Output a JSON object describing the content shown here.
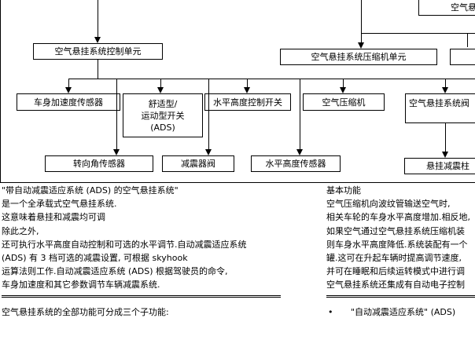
{
  "diagram": {
    "top_right_label": "空气悬",
    "control_unit": "空气悬挂系统控制单元",
    "compressor_unit": "空气悬挂系统压缩机单元",
    "accel_sensor": "车身加速度传感器",
    "ads_switch_line1": "舒适型/",
    "ads_switch_line2": "运动型开关",
    "ads_switch_line3": "(ADS)",
    "level_switch": "水平高度控制开关",
    "air_compressor": "空气压缩机",
    "valve_block_line1": "空气悬挂系统阀",
    "steering_sensor": "转向角传感器",
    "damper_valve": "减震器阀",
    "level_sensor": "水平高度传感器",
    "strut": "悬挂减震柱"
  },
  "left_text": {
    "p1": "\"带自动减震适应系统 (ADS) 的空气悬挂系统\"",
    "p2": "是一个全承载式空气悬挂系统.",
    "p3": "这意味着悬挂和减震均可调",
    "p4": "除此之外,",
    "p5": "还可执行水平高度自动控制和可选的水平调节.自动减震适应系统",
    "p6": "(ADS) 有 3 档可选的减震设置, 可根据 skyhook",
    "p7": "运算法则工作.自动减震适应系统 (ADS) 根据驾驶员的命令,",
    "p8": "车身加速度和其它参数调节车辆减震系统.",
    "p9": "空气悬挂系统的全部功能可分成三个子功能:"
  },
  "right_text": {
    "heading": "基本功能",
    "r1": "空气压缩机向波纹管输送空气时,",
    "r2": "相关车轮的车身水平高度增加.相反地,",
    "r3": "如果空气通过空气悬挂系统压缩机装",
    "r4": "则车身水平高度降低.系统装配有一个",
    "r5": "罐.这可在升起车辆时提高调节速度,",
    "r6": "并可在睡眠和后续运转模式中进行调",
    "r7": "空气悬挂系统还集成有自动电子控制",
    "bullet": "•",
    "bullet_text": "\"自动减震适应系统\" (ADS)"
  }
}
